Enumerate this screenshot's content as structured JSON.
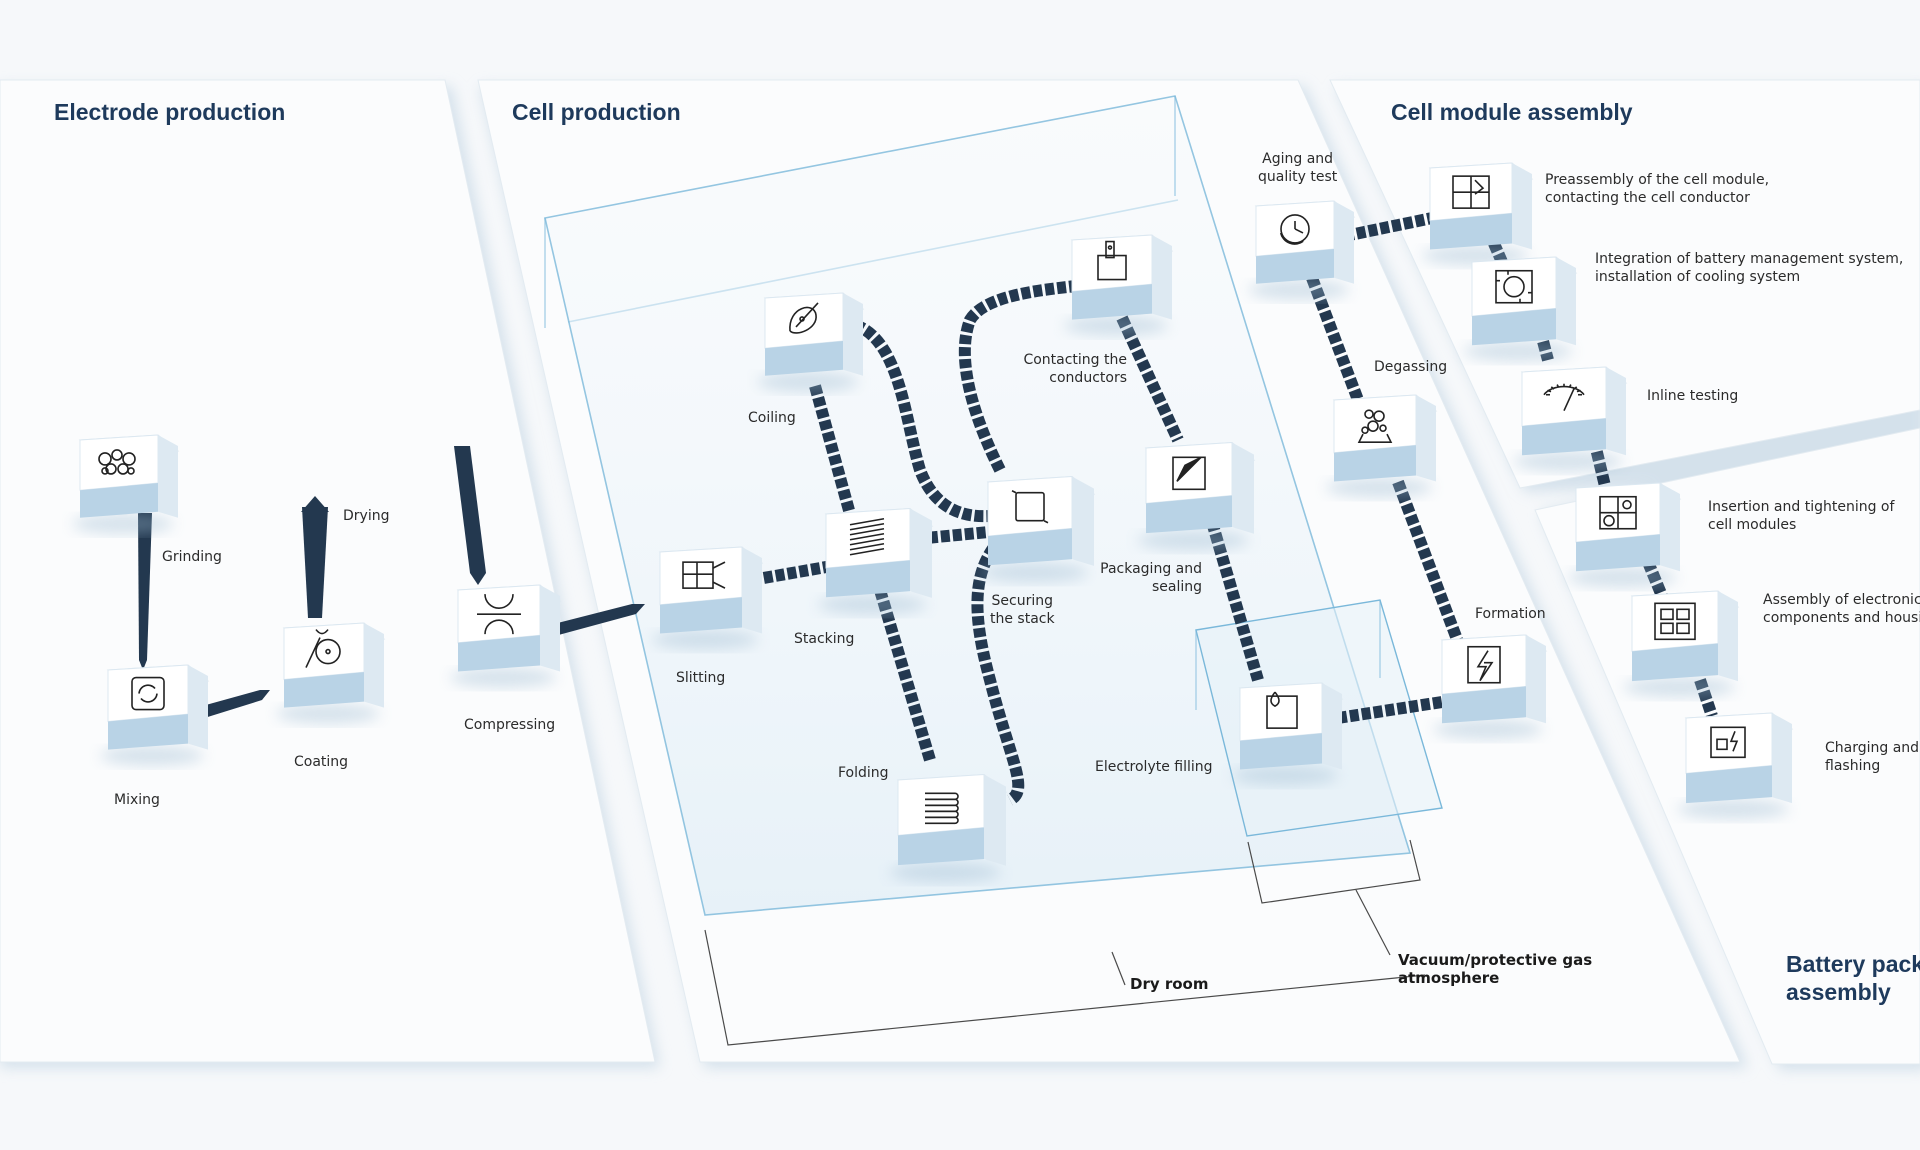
{
  "sections": {
    "electrode": "Electrode production",
    "cell": "Cell production",
    "module": "Cell module assembly",
    "pack_line1": "Battery pack",
    "pack_line2": "assembly"
  },
  "steps": {
    "grinding": "Grinding",
    "mixing": "Mixing",
    "coating": "Coating",
    "drying": "Drying",
    "compressing": "Compressing",
    "slitting": "Slitting",
    "coiling": "Coiling",
    "stacking": "Stacking",
    "folding": "Folding",
    "securing_1": "Securing",
    "securing_2": "the stack",
    "contacting_1": "Contacting the",
    "contacting_2": "conductors",
    "packaging_1": "Packaging and",
    "packaging_2": "sealing",
    "electrolyte": "Electrolyte filling",
    "aging_1": "Aging and",
    "aging_2": "quality test",
    "degassing": "Degassing",
    "formation": "Formation",
    "preassembly_1": "Preassembly of the cell module,",
    "preassembly_2": "contacting the cell conductor",
    "bms_1": "Integration of battery management system,",
    "bms_2": "installation of cooling system",
    "inline": "Inline testing",
    "insertion_1": "Insertion and tightening of",
    "insertion_2": "cell modules",
    "electronics_1": "Assembly of electronics",
    "electronics_2": "components and housing",
    "charging_1": "Charging and",
    "charging_2": "flashing"
  },
  "zones": {
    "dry_room": "Dry room",
    "vacuum_1": "Vacuum/protective gas",
    "vacuum_2": "atmosphere"
  },
  "colors": {
    "title": "#1e3a5c",
    "connector": "#23384f",
    "cube_top": "#ffffff",
    "cube_side": "#dde9f2",
    "cube_front": "#b9d3e6",
    "room_line": "#6fb0d4",
    "panel": "#fbfcfd"
  },
  "icons": {
    "grinding": "grinding-balls-icon",
    "mixing": "mixing-cycle-icon",
    "coating": "coating-roller-icon",
    "drying": "drying-heat-icon",
    "compressing": "compressing-rollers-icon",
    "slitting": "slitting-blades-icon",
    "coiling": "coiling-icon",
    "stacking": "stacking-icon",
    "folding": "folding-icon",
    "securing": "securing-stack-icon",
    "contacting": "contacting-tab-icon",
    "packaging": "packaging-pouch-icon",
    "electrolyte": "electrolyte-drop-icon",
    "aging": "aging-clock-icon",
    "degassing": "degassing-bubbles-icon",
    "formation": "formation-lightning-icon",
    "preassembly": "preassembly-grid-icon",
    "bms": "bms-chip-icon",
    "inline": "inline-gauge-icon",
    "insertion": "insertion-modules-icon",
    "electronics": "electronics-housing-icon",
    "charging": "charging-plug-icon"
  }
}
